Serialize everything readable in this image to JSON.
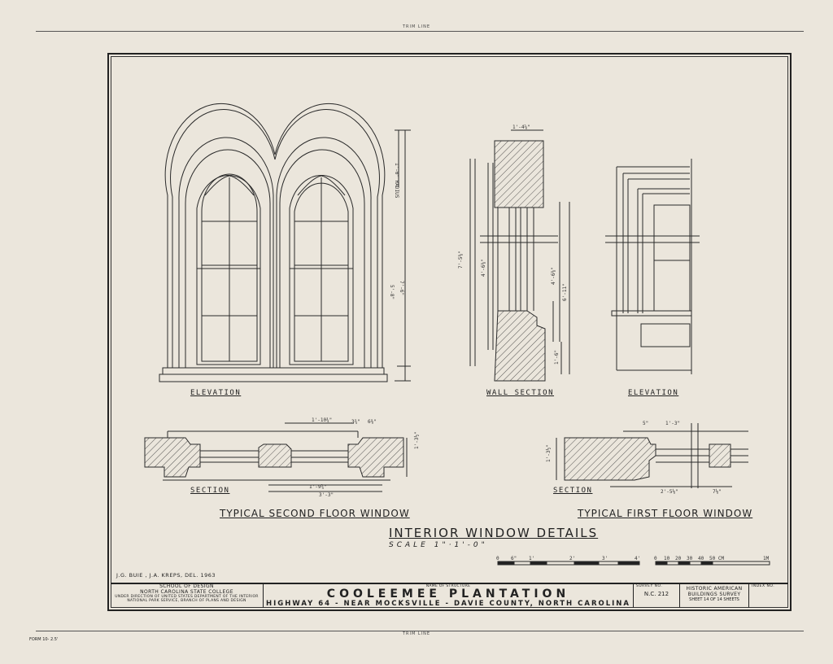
{
  "trim_label_top": "TRIM LINE",
  "trim_label_bottom": "TRIM LINE",
  "labels": {
    "elevation_left": "ELEVATION",
    "wall_section": "WALL SECTION",
    "elevation_right": "ELEVATION",
    "section_left": "SECTION",
    "section_right": "SECTION",
    "typical_second": "TYPICAL SECOND FLOOR WINDOW",
    "typical_first": "TYPICAL FIRST FLOOR WINDOW"
  },
  "title": {
    "main": "INTERIOR WINDOW DETAILS",
    "scale": "SCALE 1\"·1'-0\""
  },
  "delineators": "J.G. BUIE , J.A. KREPS, DEL. 1963",
  "dimensions": {
    "radius": "1'-0\" RADIUS",
    "h_5_8": "5'-8\"",
    "h_7_6": "7'-6\"",
    "wall_top": "1'-4⅝\"",
    "wall_7_5": "7'-5⅜\"",
    "wall_4_6a": "4'-6⅜\"",
    "wall_4_6b": "4'-6⅜\"",
    "wall_6_11": "6'-11\"",
    "wall_1_6": "1'-6\"",
    "sec_1_10": "1'-10¾\"",
    "sec_3_4": "3¾\"",
    "sec_6_3": "6⅜\"",
    "sec_1_9": "1'-9¾\"",
    "sec_3_3": "3'-3\"",
    "sec_1_3_4": "1'-3½\"",
    "sec_1_3_left": "1'-3½\"",
    "sec_r_5": "5\"",
    "sec_r_1_3": "1'-3\"",
    "sec_r_2": "2'-5⅛\"",
    "sec_r_7": "7⅛\""
  },
  "scale_bar": {
    "left_ticks": [
      "0",
      "6\"",
      "1'",
      "2'",
      "3'",
      "4'"
    ],
    "right_ticks": [
      "0",
      "10",
      "20",
      "30",
      "40",
      "50 CM",
      "1M"
    ]
  },
  "title_block": {
    "school_1": "SCHOOL OF DESIGN",
    "school_2": "NORTH CAROLINA STATE COLLEGE",
    "school_3": "UNDER DIRECTION OF UNITED STATES DEPARTMENT OF THE INTERIOR",
    "school_4": "NATIONAL PARK SERVICE, BRANCH OF PLANS AND DESIGN",
    "name_header": "NAME OF STRUCTURE",
    "structure": "COOLEEMEE  PLANTATION",
    "location": "HIGHWAY 64 - NEAR MOCKSVILLE - DAVIE COUNTY, NORTH CAROLINA",
    "survey_header": "SURVEY NO.",
    "survey_no": "N.C. 212",
    "habs_1": "HISTORIC AMERICAN",
    "habs_2": "BUILDINGS SURVEY",
    "sheet_text": "SHEET 14 OF 14 SHEETS",
    "index_header": "INDEX NO."
  },
  "printer_text": "FORM 10-  \n   2.5'"
}
